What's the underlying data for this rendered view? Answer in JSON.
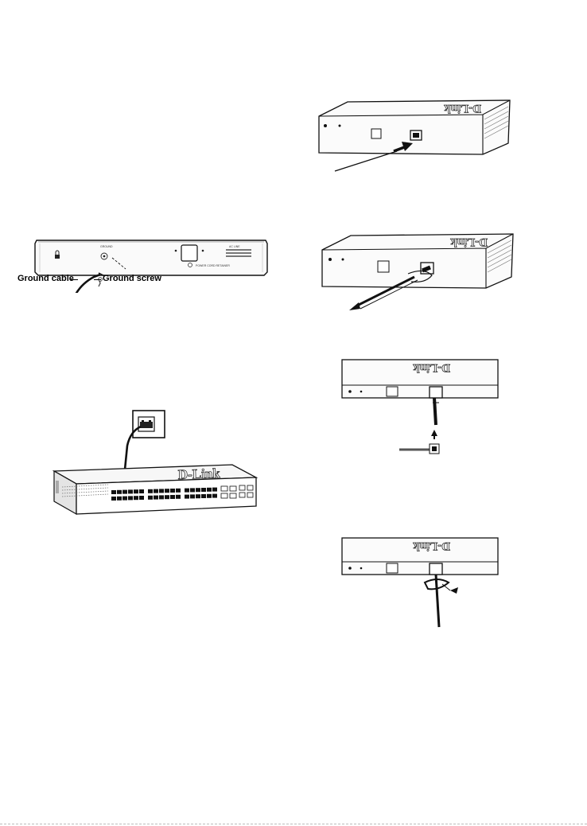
{
  "grounding": {
    "ground_cable_label": "Ground cable",
    "ground_screw_label": "Ground screw",
    "panel_texts": [
      "GROUND",
      "AC LINE",
      "POWER CORD RETAINER"
    ]
  },
  "brand": {
    "logo_text": "D-Link"
  }
}
